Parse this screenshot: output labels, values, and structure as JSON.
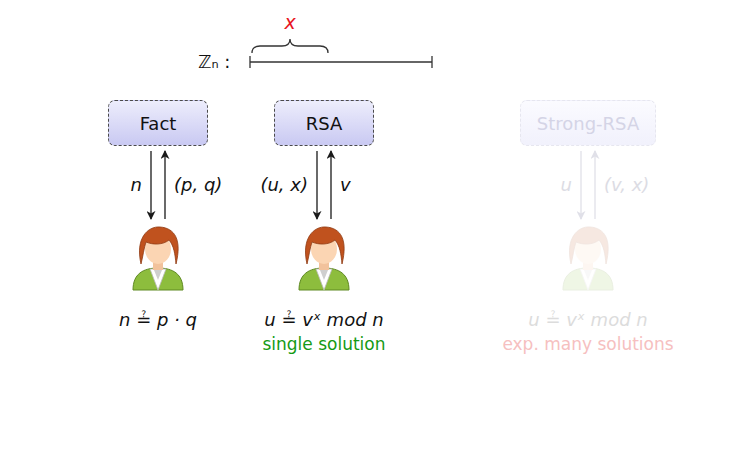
{
  "diagram": {
    "nodes": [
      {
        "text": [
          "Fact"
        ]
      },
      {
        "text": [
          "RSA"
        ]
      },
      {
        "text": [
          "Strong-RSA"
        ]
      },
      {
        "text": [
          "n ≟ p · q"
        ]
      },
      {
        "text": [
          "u ≟ vˣ mod n",
          "single solution"
        ]
      },
      {
        "text": [
          "u ≟ vˣ mod n",
          "exp. many solutions"
        ]
      }
    ],
    "edges": [
      {
        "from": 0,
        "to": 3,
        "label": "n",
        "arrow": "to"
      },
      {
        "from": 3,
        "to": 0,
        "label": "(p, q)",
        "arrow": "to"
      },
      {
        "from": 1,
        "to": 4,
        "label": "(u, x)",
        "arrow": "to"
      },
      {
        "from": 4,
        "to": 1,
        "label": "v",
        "arrow": "to"
      },
      {
        "from": 2,
        "to": 5,
        "label": "u",
        "arrow": "to"
      },
      {
        "from": 5,
        "to": 2,
        "label": "(v, x)",
        "arrow": "to"
      }
    ],
    "labels": [
      "ℤₙ :",
      "x"
    ]
  }
}
